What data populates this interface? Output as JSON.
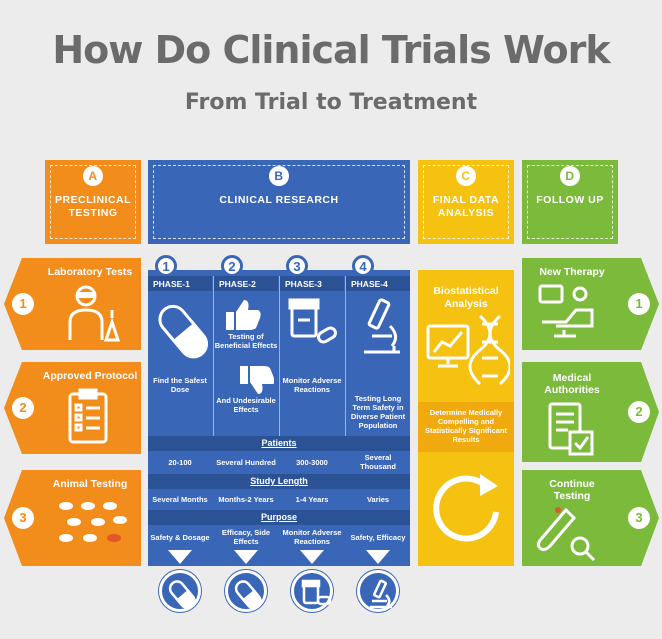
{
  "title": "How Do Clinical Trials Work",
  "subtitle": "From Trial to Treatment",
  "columns": [
    {
      "letter": "A",
      "label": "PRECLINICAL\nTESTING",
      "color": "#f28c1b"
    },
    {
      "letter": "B",
      "label": "CLINICAL RESEARCH",
      "color": "#3a66b8"
    },
    {
      "letter": "C",
      "label": "FINAL DATA\nANALYSIS",
      "color": "#f5c211"
    },
    {
      "letter": "D",
      "label": "FOLLOW UP",
      "color": "#7cba3c"
    }
  ],
  "preclinical": [
    {
      "num": "1",
      "label": "Laboratory Tests",
      "icon": "lab-scientist-icon"
    },
    {
      "num": "2",
      "label": "Approved Protocol",
      "icon": "clipboard-icon"
    },
    {
      "num": "3",
      "label": "Animal Testing",
      "icon": "mice-icon"
    }
  ],
  "followup": [
    {
      "num": "1",
      "label": "New Therapy",
      "icon": "patient-chair-icon"
    },
    {
      "num": "2",
      "label": "Medical\nAuthorities",
      "icon": "checklist-icon"
    },
    {
      "num": "3",
      "label": "Continue\nTesting",
      "icon": "test-tube-icon"
    }
  ],
  "phases": [
    {
      "num": "1",
      "label": "PHASE-1",
      "top_text": "",
      "text": "Find the Safest\nDose",
      "patients": "20-100",
      "length": "Several Months",
      "purpose": "Safety & Dosage",
      "icon": "pill-icon"
    },
    {
      "num": "2",
      "label": "PHASE-2",
      "top_text": "Testing of\nBeneficial Effects",
      "text": "And Undesirable\nEffects",
      "patients": "Several Hundred",
      "length": "Months-2 Years",
      "purpose": "Efficacy, Side\nEffects",
      "icon": "thumbs-icon"
    },
    {
      "num": "3",
      "label": "PHASE-3",
      "top_text": "",
      "text": "Monitor Adverse\nReactions",
      "patients": "300-3000",
      "length": "1-4 Years",
      "purpose": "Monitor Adverse\nReactions",
      "icon": "pill-bottle-icon"
    },
    {
      "num": "4",
      "label": "PHASE-4",
      "top_text": "",
      "text": "Testing Long\nTerm Safety in\nDiverse Patient\nPopulation",
      "patients": "Several Thousand",
      "length": "Varies",
      "purpose": "Safety, Efficacy",
      "icon": "microscope-icon"
    }
  ],
  "bands": {
    "patients": "Patients",
    "length": "Study Length",
    "purpose": "Purpose"
  },
  "analysis": {
    "title": "Biostatistical\nAnalysis",
    "text": "Determine Medically\nCompelling and\nStatistically Significant\nResults",
    "icon_top": "dna-chart-icon",
    "icon_bottom": "cycle-arrow-icon"
  }
}
